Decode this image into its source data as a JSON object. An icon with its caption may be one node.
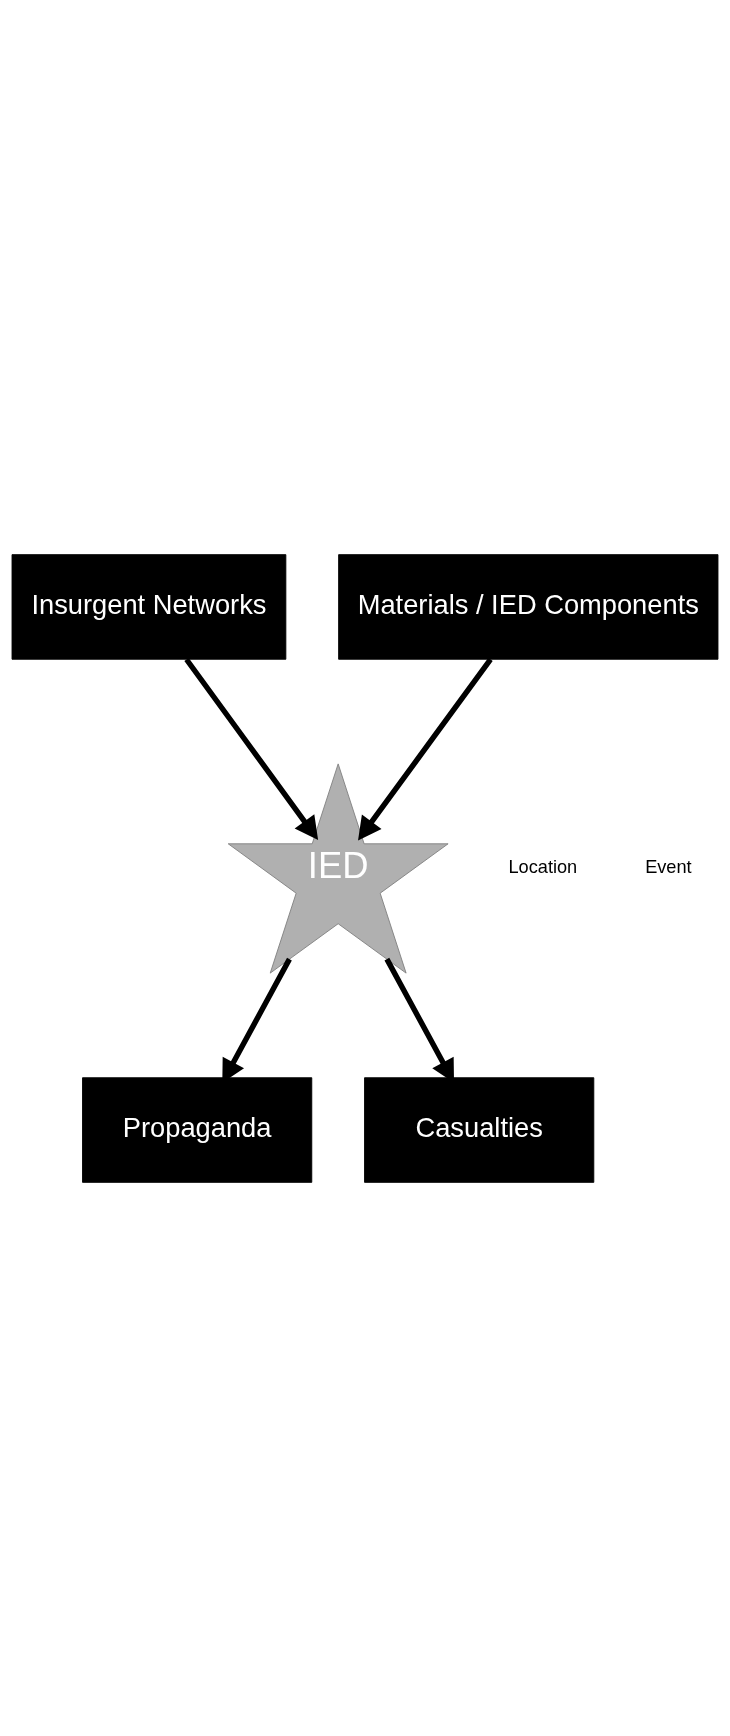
{
  "diagram": {
    "nodes": [
      {
        "text": [
          "Insurgent Networks"
        ]
      },
      {
        "text": [
          "Materials / IED Components"
        ]
      },
      {
        "text": [
          "IED"
        ]
      },
      {
        "text": [
          "Propaganda"
        ]
      },
      {
        "text": [
          "Casualties"
        ]
      }
    ],
    "edges": [
      {
        "from": 0,
        "to": 2,
        "arrow": "to"
      },
      {
        "from": 1,
        "to": 2,
        "arrow": "to"
      },
      {
        "from": 2,
        "to": 3,
        "arrow": "to"
      },
      {
        "from": 2,
        "to": 4,
        "arrow": "to"
      }
    ],
    "labels": [
      "Location",
      "Event"
    ]
  }
}
